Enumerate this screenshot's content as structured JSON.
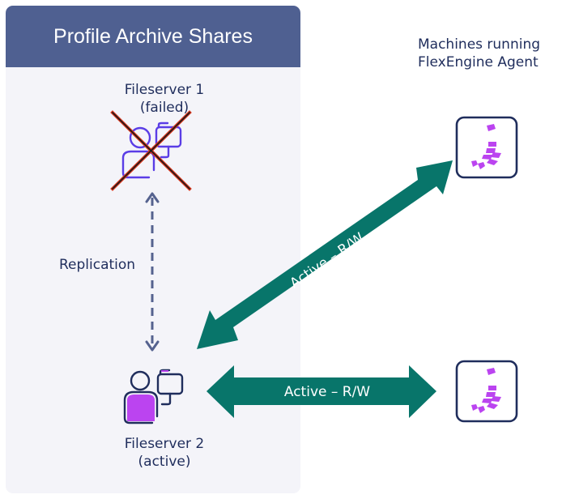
{
  "panel": {
    "title": "Profile Archive Shares",
    "fileserver1": {
      "name": "Fileserver 1",
      "status": "(failed)",
      "icon": "user-folder-icon",
      "failed_mark": "x-cross-icon"
    },
    "replication_label": "Replication",
    "fileserver2": {
      "name": "Fileserver 2",
      "status": "(active)",
      "icon": "user-folder-icon"
    }
  },
  "machines": {
    "label_line1": "Machines running",
    "label_line2": "FlexEngine Agent",
    "items": [
      {
        "icon": "flexengine-agent-icon"
      },
      {
        "icon": "flexengine-agent-icon"
      }
    ]
  },
  "connections": {
    "diagonal_label": "Active – R/W",
    "horizontal_label": "Active – R/W"
  },
  "colors": {
    "header": "#4f6091",
    "panel_bg": "#f4f4f9",
    "arrow": "#08756a",
    "text": "#1f2d5c",
    "failed_icon": "#5a3de6",
    "cross": "#d9341a",
    "accent_purple": "#bb44f0",
    "replication_arrow": "#55628f"
  }
}
